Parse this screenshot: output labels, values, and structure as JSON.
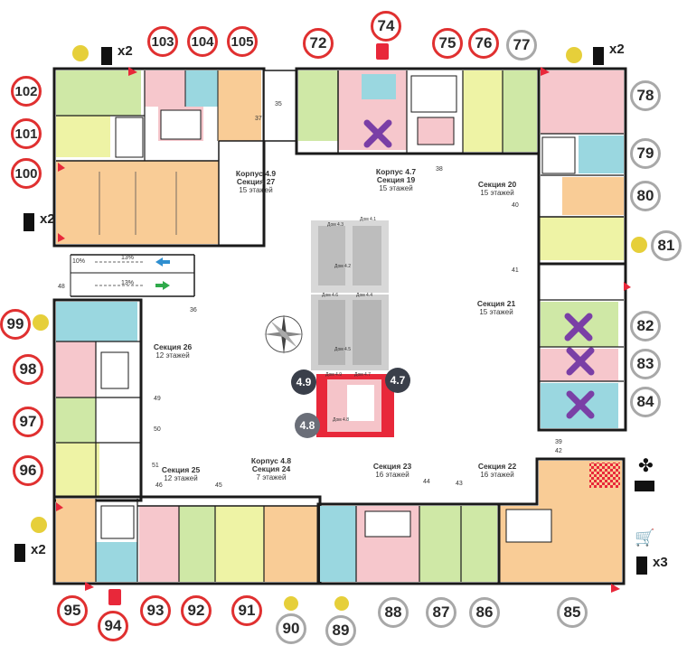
{
  "legend_colors": {
    "green": "#cfe8a6",
    "pink": "#f6c7cc",
    "orange": "#f9cc96",
    "cyan": "#9ad7e0",
    "yellow": "#eef3a5",
    "wall": "#1a1a1a",
    "highlight_red": "#e8283a",
    "x_marker": "#7a3fa6"
  },
  "units_red": [
    "74",
    "72",
    "75",
    "76",
    "103",
    "104",
    "105",
    "102",
    "101",
    "100",
    "99",
    "98",
    "97",
    "96",
    "95",
    "94",
    "93",
    "92",
    "91"
  ],
  "units_gray": [
    "77",
    "78",
    "79",
    "80",
    "81",
    "82",
    "83",
    "84",
    "85",
    "86",
    "87",
    "88",
    "89",
    "90"
  ],
  "buildings": {
    "korpus_49": {
      "line1": "Корпус 4.9",
      "line2": "Секция 27",
      "line3": "15 этажей"
    },
    "korpus_47": {
      "line1": "Корпус 4.7",
      "line2": "Секция 19",
      "line3": "15 этажей"
    },
    "section_20": {
      "line1": "Секция 20",
      "line2": "15 этажей"
    },
    "section_21": {
      "line1": "Секция 21",
      "line2": "15 этажей"
    },
    "section_26": {
      "line1": "Секция 26",
      "line2": "12 этажей"
    },
    "section_25": {
      "line1": "Секция 25",
      "line2": "12 этажей"
    },
    "korpus_48": {
      "line1": "Корпус 4.8",
      "line2": "Секция 24",
      "line3": "7 этажей"
    },
    "section_23": {
      "line1": "Секция 23",
      "line2": "16 этажей"
    },
    "section_22": {
      "line1": "Секция 22",
      "line2": "16 этажей"
    }
  },
  "corpus_badges": {
    "b49": "4.9",
    "b47": "4.7",
    "b48": "4.8"
  },
  "multipliers": {
    "top_left": "x2",
    "top_right": "x2",
    "left_mid": "x2",
    "bottom_left": "x2",
    "bottom_right": "x3"
  },
  "ramp": {
    "up": "13%",
    "down": "13%",
    "left": "10%"
  },
  "dimensions": [
    "35",
    "37",
    "38",
    "40",
    "41",
    "48",
    "36",
    "49",
    "50",
    "51",
    "46",
    "45",
    "44",
    "43",
    "39",
    "42"
  ],
  "map_labels": [
    "Дом 4.3",
    "Дом 4.1",
    "Дом 4.2",
    "Дом 4.6",
    "Дом 4.4",
    "Дом 4.5",
    "Дом 4.9",
    "Дом 4.7",
    "Дом 4.8"
  ]
}
